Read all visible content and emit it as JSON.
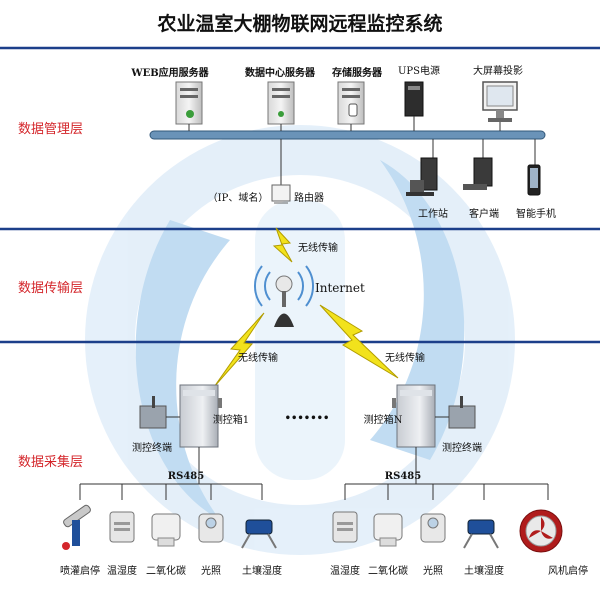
{
  "title": "农业温室大棚物联网远程监控系统",
  "layers": {
    "management": "数据管理层",
    "transmission": "数据传输层",
    "collection": "数据采集层"
  },
  "servers": {
    "web": "WEB应用服务器",
    "data_center": "数据中心服务器",
    "storage": "存储服务器",
    "ups": "UPS电源",
    "projector": "大屏幕投影"
  },
  "router": {
    "ip_domain": "（IP、域名）",
    "label": "路由器"
  },
  "clients": {
    "workstation": "工作站",
    "client": "客户端",
    "phone": "智能手机"
  },
  "transmission": {
    "wireless_top": "无线传输",
    "internet": "Internet",
    "wireless_left": "无线传输",
    "wireless_right": "无线传输"
  },
  "cabinets": {
    "box1": "测控箱1",
    "boxN": "测控箱N",
    "ellipsis": "•••••••",
    "terminal_left": "测控终端",
    "terminal_right": "测控终端",
    "bus_left": "RS485",
    "bus_right": "RS485"
  },
  "sensors_left": [
    "喷灌启停",
    "温湿度",
    "二氧化碳",
    "光照",
    "土壤湿度"
  ],
  "sensors_right": [
    "温湿度",
    "二氧化碳",
    "光照",
    "土壤湿度",
    "风机启停"
  ],
  "colors": {
    "layer_text": "#d4262b",
    "divider": "#1c3f8a",
    "lightning": "#f2e21c",
    "watermark": "#2f7fc8"
  }
}
